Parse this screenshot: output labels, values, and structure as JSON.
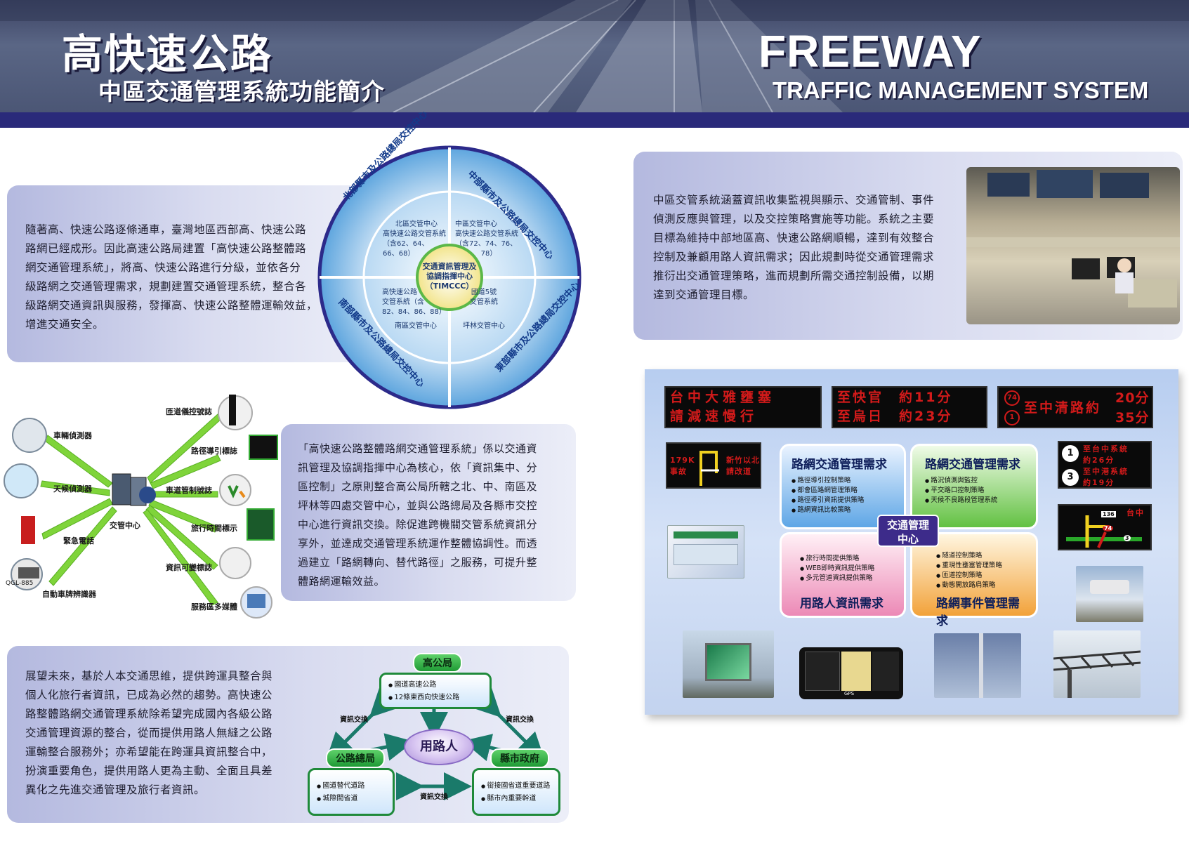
{
  "header": {
    "title_zh_1": "高快速公路",
    "title_zh_2": "中區交通管理系統功能簡介",
    "title_en_1": "FREEWAY",
    "title_en_2": "TRAFFIC MANAGEMENT SYSTEM"
  },
  "intro": {
    "lines": [
      "隨著高、快速公路逐條通車，臺灣地區西部高、快速公路",
      "路網已經成形。因此高速公路局建置「高快速公路整體路",
      "網交通管理系統」，將高、快速公路進行分級，並依各分",
      "級路網之交通管理需求，規劃建置交通管理系統，整合各",
      "級路網交通資訊與服務，發揮高、快速公路整體運輸效益，",
      "增進交通安全。"
    ]
  },
  "circle": {
    "center": [
      "交通資訊管理及",
      "協調指揮中心",
      "（TIMCCC）"
    ],
    "q_tl": [
      "北區交管中心",
      "高快速公路交管系統",
      "（含62、64、",
      "66、68）"
    ],
    "q_tr": [
      "中區交管中心",
      "高快速公路交管系統",
      "（含72、74、76、",
      "78）"
    ],
    "q_bl": [
      "高快速公路",
      "交管系統（含",
      "82、84、86、88）",
      "南區交管中心"
    ],
    "q_br": [
      "國道5號",
      "交管系統",
      "坪林交管中心"
    ],
    "ring_tl": "北部縣市及公路總局交控中心",
    "ring_tr": "中部縣市及公路總局交控中心",
    "ring_bl": "南部縣市及公路總局交控中心",
    "ring_br": "東部縣市及公路總局交控中心"
  },
  "summary": {
    "lines": [
      "中區交管系統涵蓋資訊收集監視與顯示、交通管制、事件",
      "偵測反應與管理，以及交控策略實施等功能。系統之主要",
      "目標為維持中部地區高、快速公路網順暢，達到有效整合",
      "控制及兼顧用路人資訊需求；因此規劃時從交通管理需求",
      "推衍出交通管理策略，進而規劃所需交通控制設備，以期",
      "達到交通管理目標。"
    ]
  },
  "network": {
    "center": "交管中心",
    "left": [
      "車輛偵測器",
      "天候偵測器",
      "緊急電話",
      "自動車牌辨識器"
    ],
    "right": [
      "匝道儀控號誌",
      "路徑導引標誌",
      "車道管制號誌",
      "旅行時間標示",
      "資訊可變標誌",
      "服務區多媒體"
    ],
    "camera_tag": "QGL-885"
  },
  "system": {
    "lines": [
      "「高快速公路整體路網交通管理系統」係以交通資",
      "訊管理及協調指揮中心為核心，依「資訊集中、分",
      "區控制」之原則整合高公局所轄之北、中、南區及",
      "坪林等四處交管中心，並與公路總局及各縣市交控",
      "中心進行資訊交換。除促進跨機關交管系統資訊分",
      "享外，並達成交通管理系統運作整體協調性。而透",
      "過建立「路網轉向、替代路徑」之服務，可提升整",
      "體路網運輸效益。"
    ]
  },
  "signs": {
    "s1": [
      "台中大雅壅塞",
      "請減速慢行"
    ],
    "s2": [
      "至快官　約11分",
      "至烏日　約23分"
    ],
    "s3_top": "至中清路約",
    "s3_t1": "20分",
    "s3_t2": "35分",
    "s3_badge1": "74",
    "s3_badge2": "1",
    "s4_left": [
      "179K",
      "事故"
    ],
    "s4_right": [
      "新竹以北",
      "請改道"
    ],
    "s5": [
      "至台中系統",
      "約26分",
      "至中港系統",
      "約19分"
    ],
    "s5_badge1": "1",
    "s5_badge2": "3",
    "s6_label": "台中",
    "s6_badges": [
      "136",
      "74",
      "3"
    ]
  },
  "quadrants": {
    "center": [
      "交通管理",
      "中心"
    ],
    "tl": {
      "title": "路網交通管理需求",
      "items": [
        "路徑導引控制策略",
        "都會區路網管理策略",
        "路徑導引資訊提供策略",
        "路網資訊比較策略"
      ]
    },
    "tr": {
      "title": "路網交通管理需求",
      "items": [
        "路況偵測與監控",
        "平交路口控制策略",
        "天候不良路段管理系統"
      ]
    },
    "bl": {
      "title": "用路人資訊需求",
      "items": [
        "旅行時間提供策略",
        "WEB即時資訊提供策略",
        "多元管道資訊提供策略"
      ]
    },
    "br": {
      "title": "路網事件管理需求",
      "items": [
        "隧道控制策略",
        "重現性壅塞管理策略",
        "匝道控制策略",
        "動態開放路肩策略"
      ]
    }
  },
  "device": {
    "gps_label": "GPS"
  },
  "outlook": {
    "lines": [
      "展望未來，基於人本交通思維，提供跨運具整合與",
      "個人化旅行者資訊，已成為必然的趨勢。高快速公",
      "路整體路網交通管理系統除希望完成國內各級公路",
      "交通管理資源的整合，從而提供用路人無縫之公路",
      "運輸整合服務外；亦希望能在跨運具資訊整合中，",
      "扮演重要角色，提供用路人更為主動、全面且具差",
      "異化之先進交通管理及旅行者資訊。"
    ]
  },
  "org": {
    "top_title": "高公局",
    "top_items": [
      "國道高速公路",
      "12條東西向快速公路"
    ],
    "left_title": "公路總局",
    "left_items": [
      "國道替代道路",
      "城際間省道"
    ],
    "right_title": "縣市政府",
    "right_items": [
      "銜接國省道重要道路",
      "縣市內重要幹道"
    ],
    "center": "用路人",
    "exchange_left": "資訊交換",
    "exchange_right": "資訊交換",
    "exchange_bottom": "資訊交換"
  },
  "colors": {
    "band": "#2a2a7a",
    "panel": "#b4b9df",
    "green": "#1f8a3a",
    "led_red": "#d21a1a"
  }
}
